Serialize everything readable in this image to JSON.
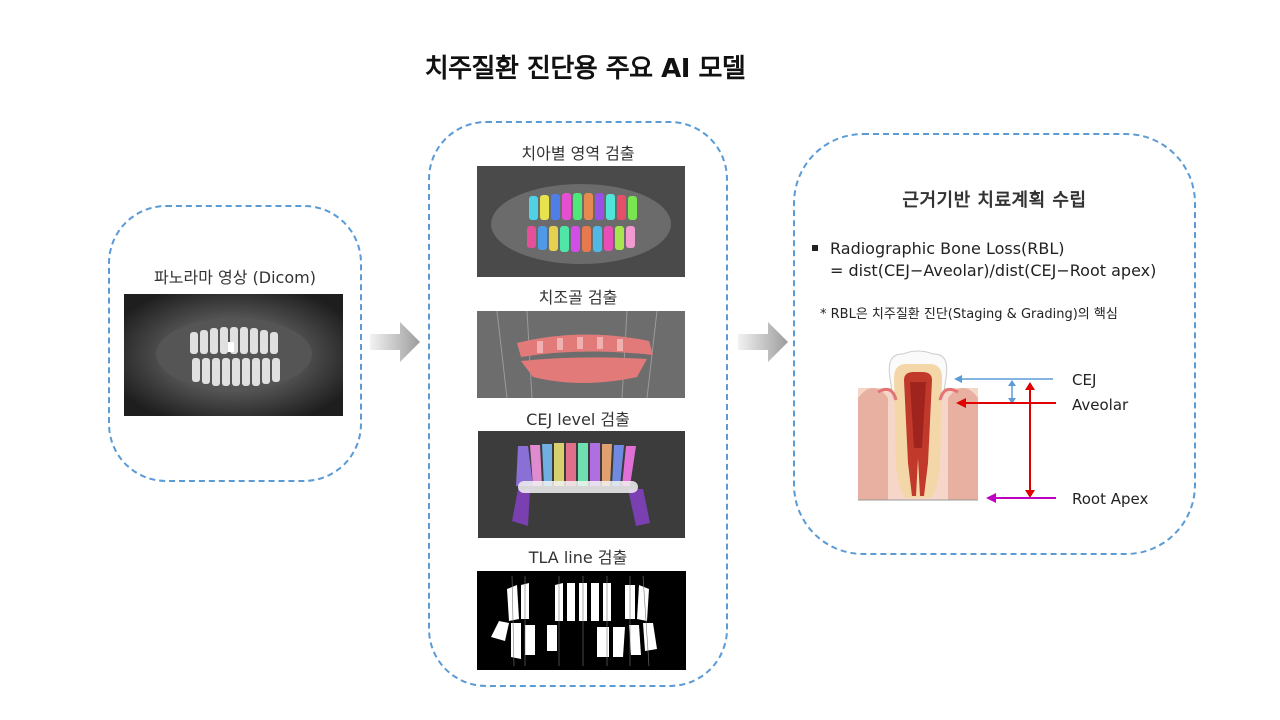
{
  "title": "치주질환 진단용 주요 AI 모델",
  "input": {
    "label": "파노라마 영상 (Dicom)"
  },
  "models": {
    "items": [
      {
        "label": "치아별 영역 검출"
      },
      {
        "label": "치조골 검출"
      },
      {
        "label": "CEJ level 검출"
      },
      {
        "label": "TLA line 검출"
      }
    ]
  },
  "plan": {
    "title": "근거기반 치료계획 수립",
    "bullet_line1": "Radiographic Bone Loss(RBL)",
    "bullet_line2": "= dist(CEJ−Aveolar)/dist(CEJ−Root apex)",
    "note": "* RBL은 치주질환 진단(Staging & Grading)의 핵심",
    "diagram_labels": {
      "cej": "CEJ",
      "aveolar": "Aveolar",
      "root_apex": "Root Apex"
    }
  },
  "colors": {
    "dashed_border": "#5b9bd5",
    "arrow_gray": "#a6a6a6",
    "cej_arrow": "#5b9bd5",
    "aveolar_arrow": "#e00000",
    "apex_arrow": "#c000c0"
  }
}
